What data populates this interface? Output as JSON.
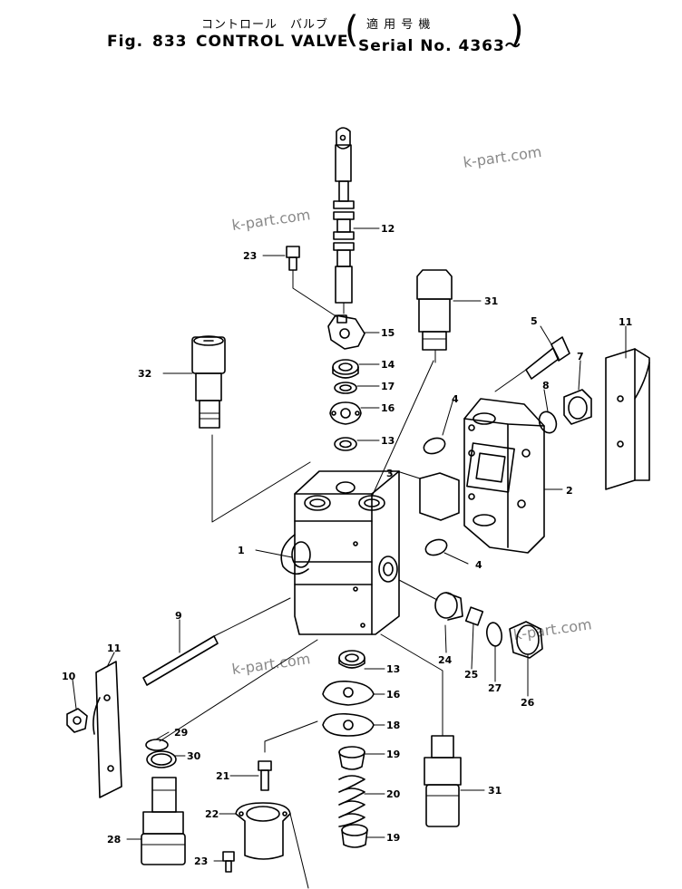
{
  "header": {
    "title_jp": "コントロール　バルブ",
    "serial_jp": "適 用 号 機",
    "fig_label": "Fig.",
    "fig_number": "833",
    "title_en": "CONTROL VALVE",
    "serial_en": "Serial No. 4363～"
  },
  "watermarks": [
    "k-part.com",
    "k-part.com",
    "k-part.com",
    "k-part.com"
  ],
  "callouts": [
    "1",
    "2",
    "3",
    "4",
    "4",
    "5",
    "7",
    "8",
    "9",
    "10",
    "11",
    "11",
    "12",
    "13",
    "13",
    "14",
    "15",
    "16",
    "16",
    "17",
    "18",
    "19",
    "19",
    "20",
    "21",
    "22",
    "23",
    "23",
    "24",
    "25",
    "26",
    "27",
    "28",
    "29",
    "30",
    "31",
    "31",
    "32"
  ]
}
